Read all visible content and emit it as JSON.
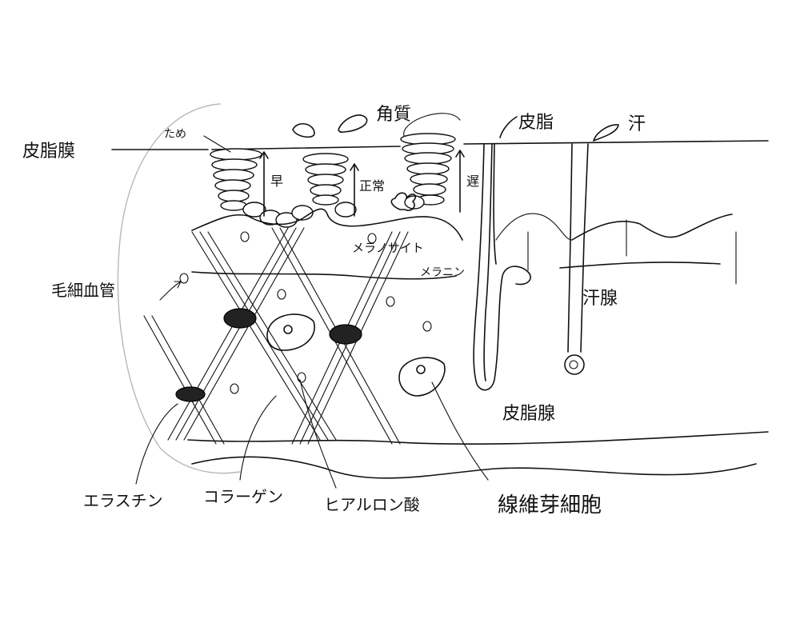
{
  "labels": {
    "skin_membrane": "皮脂膜",
    "keratin": "角質",
    "sebum_top": "皮脂",
    "sweat_top": "汗",
    "capillary": "毛細血管",
    "melanocyte": "メラノサイト",
    "melanin": "メラニン",
    "sweat_gland": "汗腺",
    "sebaceous_gland": "皮脂腺",
    "elastin": "エラスチン",
    "collagen": "コラーゲン",
    "hyaluronic_acid": "ヒアルロン酸",
    "fibroblast": "線維芽細胞",
    "mark_a": "早",
    "mark_b": "正常",
    "mark_c": "遅",
    "arrow_tag": "ため"
  },
  "colors": {
    "ink": "#111111",
    "faint": "#b8b8b8",
    "background": "#ffffff"
  }
}
